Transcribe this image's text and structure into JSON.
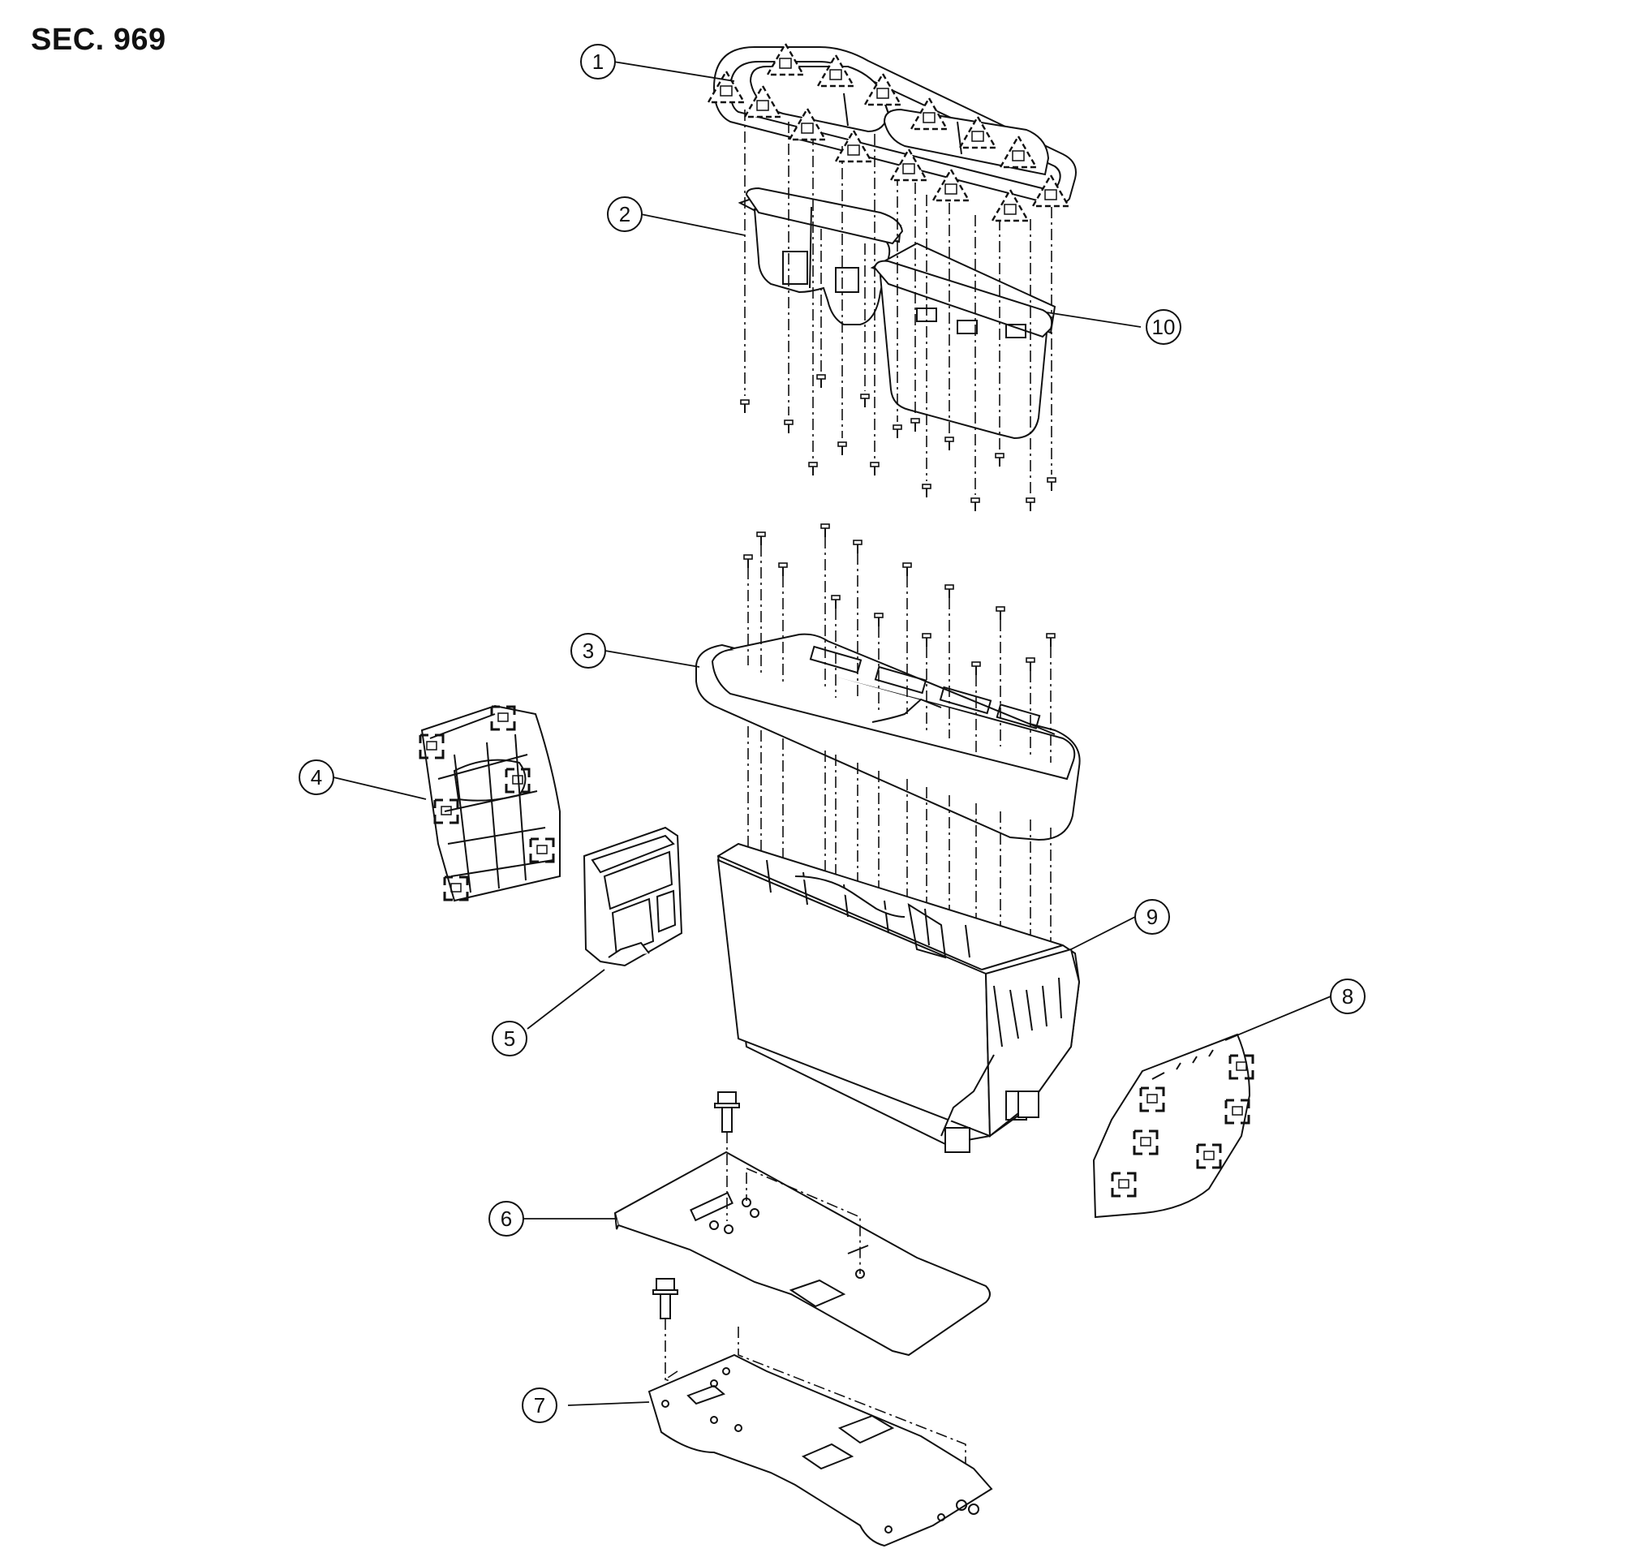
{
  "title": "SEC. 969",
  "callouts": [
    "1",
    "2",
    "3",
    "4",
    "5",
    "6",
    "7",
    "8",
    "9",
    "10"
  ],
  "clip_glyph_a": "B",
  "clip_glyph_b": "A",
  "styles": {
    "line_color": "#111111",
    "background": "#ffffff"
  }
}
